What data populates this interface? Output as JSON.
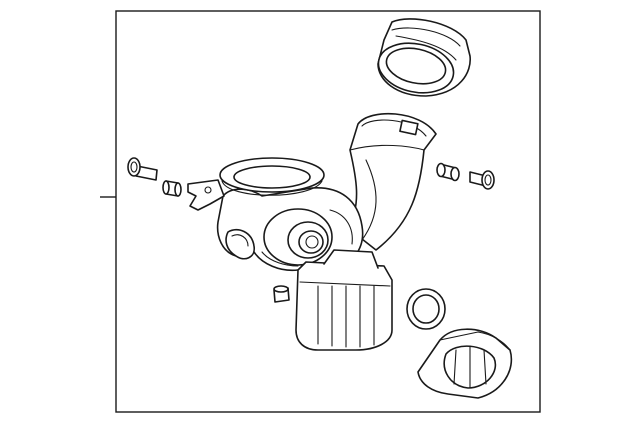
{
  "diagram": {
    "kind": "exploded parts illustration",
    "colors": {
      "line": "#1a1a1a",
      "background": "#ffffff",
      "fill": "#ffffff"
    },
    "parts": [
      "bolt-left",
      "bushing-left",
      "bracket",
      "resonator-housing",
      "intake-duct",
      "inlet-hose-coupler",
      "grommet-right",
      "bolt-right",
      "cap-plug",
      "lower-chamber",
      "o-ring-seal",
      "outlet-boot"
    ]
  }
}
